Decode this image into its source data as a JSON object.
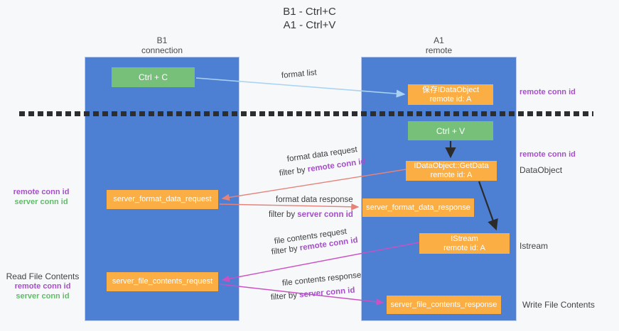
{
  "title": {
    "line1": "B1 - Ctrl+C",
    "line2": "A1 - Ctrl+V"
  },
  "columns": {
    "left": {
      "name": "B1",
      "subtitle": "connection"
    },
    "right": {
      "name": "A1",
      "subtitle": "remote"
    }
  },
  "nodes": {
    "ctrl_c": "Ctrl + C",
    "ctrl_v": "Ctrl + V",
    "save_idataobject": {
      "line1": "保存IDataObject",
      "line2": "remote id: A"
    },
    "getdata": {
      "line1": "IDataObject::GetData",
      "line2": "remote id: A"
    },
    "istream": {
      "line1": "IStream",
      "line2": "remote id: A"
    },
    "format_request": "server_format_data_request",
    "format_response": "server_format_data_response",
    "file_request": "server_file_contents_request",
    "file_response": "server_file_contents_response"
  },
  "labels": {
    "format_list": "format list",
    "format_data_request": "format data request",
    "format_data_response": "format data response",
    "file_contents_request": "file contents request",
    "file_contents_response": "file contents response",
    "filter_by": "filter by ",
    "remote_conn_id": "remote conn id",
    "server_conn_id": "server conn id",
    "dataobject": "DataObject",
    "istream": "Istream",
    "read_file_contents": "Read File Contents",
    "write_file_contents": "Write File Contents"
  },
  "colors": {
    "column_blue": "#4d7fd3",
    "node_green": "#77c07a",
    "node_orange": "#fbae43",
    "arrow_salmon": "#e5837b",
    "arrow_magenta": "#cb51c3",
    "arrow_lightblue": "#a9d3f2",
    "arrow_black": "#2b2b2b",
    "text_purple": "#a64fc9",
    "text_green": "#63bb6a",
    "background": "#f7f8fa"
  }
}
